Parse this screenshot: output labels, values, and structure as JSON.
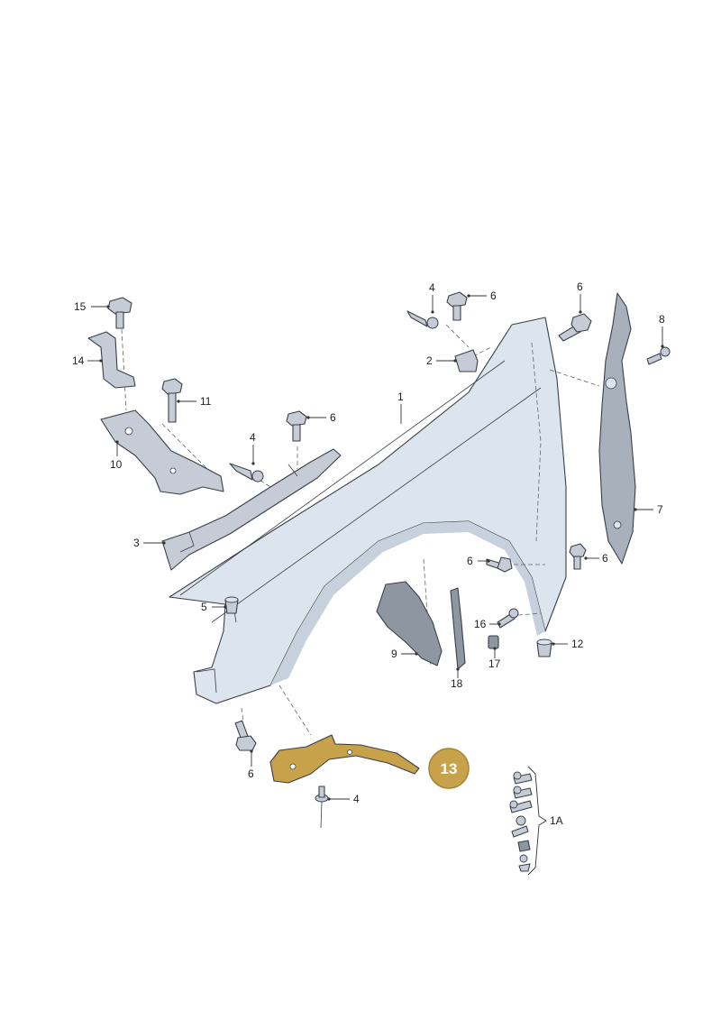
{
  "labels": {
    "p1": "1",
    "p1a": "1A",
    "p2": "2",
    "p3": "3",
    "p4_top": "4",
    "p4_mid": "4",
    "p4_bottom": "4",
    "p5": "5",
    "p6_top_center": "6",
    "p6_top_right": "6",
    "p6_left_bracket": "6",
    "p6_wheel_arch": "6",
    "p6_right_liner": "6",
    "p6_bottom": "6",
    "p7": "7",
    "p8": "8",
    "p9": "9",
    "p10": "10",
    "p11": "11",
    "p12": "12",
    "p13": "13",
    "p14": "14",
    "p15": "15",
    "p16": "16",
    "p17": "17",
    "p18": "18"
  },
  "highlight": {
    "part_number": "13",
    "color": "#c8a24a"
  },
  "colors": {
    "fender": "#dce4ee",
    "fender_shade": "#b9c5d3",
    "metal": "#c5ccd6",
    "dark_part": "#8e96a2",
    "liner": "#a8b0bb",
    "outline": "#3a3f48"
  }
}
